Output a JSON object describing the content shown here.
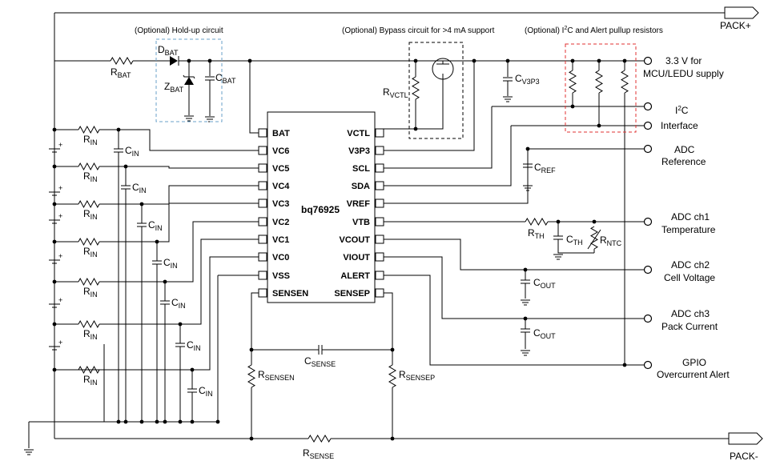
{
  "chip": {
    "name": "bq76925",
    "left_pins": [
      "BAT",
      "VC6",
      "VC5",
      "VC4",
      "VC3",
      "VC2",
      "VC1",
      "VC0",
      "VSS",
      "SENSEN"
    ],
    "right_pins": [
      "VCTL",
      "V3P3",
      "SCL",
      "SDA",
      "VREF",
      "VTB",
      "VCOUT",
      "VIOUT",
      "ALERT",
      "SENSEP"
    ]
  },
  "headers": {
    "holdup": "(Optional) Hold-up circuit",
    "bypass": "(Optional) Bypass circuit for >4 mA support",
    "i2c_pullup_pre": "(Optional) I",
    "i2c_pullup_sup": "2",
    "i2c_pullup_post": "C and Alert pullup resistors"
  },
  "terminals": {
    "pack_plus": "PACK+",
    "pack_minus": "PACK-"
  },
  "outputs": {
    "supply_1": "3.3 V for",
    "supply_2": "MCU/LEDU supply",
    "i2c_1_pre": "I",
    "i2c_1_sup": "2",
    "i2c_1_post": "C",
    "i2c_2": "Interface",
    "adcref_1": "ADC",
    "adcref_2": "Reference",
    "ch1_1": "ADC ch1",
    "ch1_2": "Temperature",
    "ch2_1": "ADC ch2",
    "ch2_2": "Cell Voltage",
    "ch3_1": "ADC ch3",
    "ch3_2": "Pack Current",
    "gpio_1": "GPIO",
    "gpio_2": "Overcurrent Alert"
  },
  "components": {
    "r_bat": {
      "main": "R",
      "sub": "BAT"
    },
    "d_bat": {
      "main": "D",
      "sub": "BAT"
    },
    "z_bat": {
      "main": "Z",
      "sub": "BAT"
    },
    "c_bat": {
      "main": "C",
      "sub": "BAT"
    },
    "r_vctl": {
      "main": "R",
      "sub": "VCTL"
    },
    "c_v3p3": {
      "main": "C",
      "sub": "V3P3"
    },
    "c_ref": {
      "main": "C",
      "sub": "REF"
    },
    "r_th": {
      "main": "R",
      "sub": "TH"
    },
    "c_th": {
      "main": "C",
      "sub": "TH"
    },
    "r_ntc": {
      "main": "R",
      "sub": "NTC"
    },
    "c_out": {
      "main": "C",
      "sub": "OUT"
    },
    "c_sense": {
      "main": "C",
      "sub": "SENSE"
    },
    "r_sensen": {
      "main": "R",
      "sub": "SENSEN"
    },
    "r_sensep": {
      "main": "R",
      "sub": "SENSEP"
    },
    "r_sense": {
      "main": "R",
      "sub": "SENSE"
    },
    "r_in": {
      "main": "R",
      "sub": "IN"
    },
    "c_in": {
      "main": "C",
      "sub": "IN"
    }
  }
}
